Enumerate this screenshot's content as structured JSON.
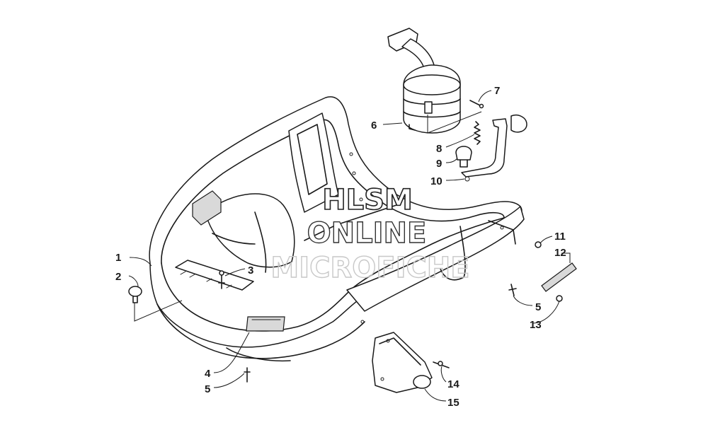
{
  "watermark": {
    "line1": "HLSM",
    "line2": "ONLINE",
    "line3": "MICROFICHE"
  },
  "callouts": [
    {
      "id": "c1",
      "label": "1"
    },
    {
      "id": "c2",
      "label": "2"
    },
    {
      "id": "c3",
      "label": "3"
    },
    {
      "id": "c4",
      "label": "4"
    },
    {
      "id": "c5a",
      "label": "5"
    },
    {
      "id": "c5b",
      "label": "5"
    },
    {
      "id": "c6",
      "label": "6"
    },
    {
      "id": "c7",
      "label": "7"
    },
    {
      "id": "c8",
      "label": "8"
    },
    {
      "id": "c9",
      "label": "9"
    },
    {
      "id": "c10",
      "label": "10"
    },
    {
      "id": "c11",
      "label": "11"
    },
    {
      "id": "c12",
      "label": "12"
    },
    {
      "id": "c13",
      "label": "13"
    },
    {
      "id": "c14",
      "label": "14"
    },
    {
      "id": "c15",
      "label": "15"
    }
  ]
}
